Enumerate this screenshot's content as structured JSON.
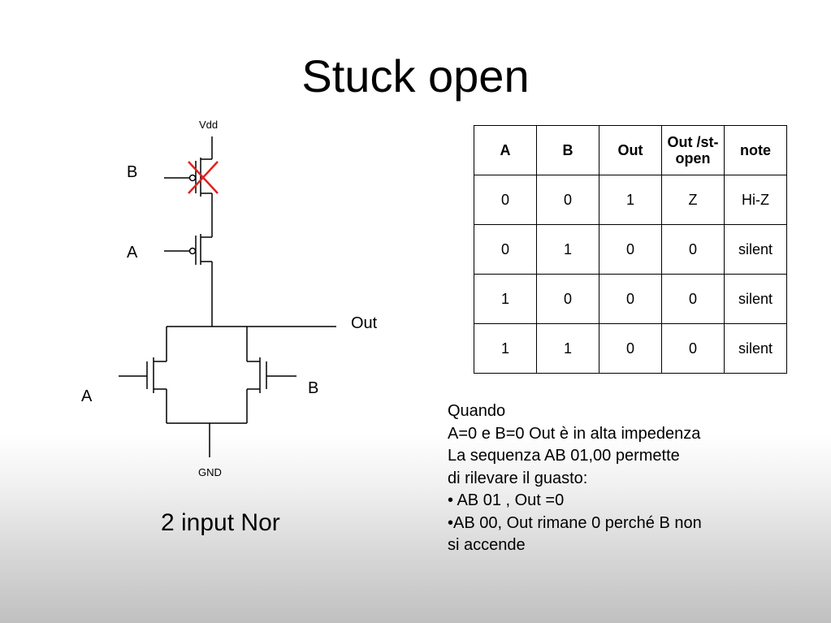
{
  "slide": {
    "title": "Stuck open",
    "caption": "2 input Nor"
  },
  "circuit": {
    "vdd_label": "Vdd",
    "gnd_label": "GND",
    "out_label": "Out",
    "pmos_top_input": "B",
    "pmos_bottom_input": "A",
    "nmos_left_input": "A",
    "nmos_right_input": "B",
    "fault_color": "#e02020"
  },
  "truth_table": {
    "headers": [
      "A",
      "B",
      "Out",
      "Out /st-open",
      "note"
    ],
    "rows": [
      [
        "0",
        "0",
        "1",
        "Z",
        "Hi-Z"
      ],
      [
        "0",
        "1",
        "0",
        "0",
        "silent"
      ],
      [
        "1",
        "0",
        "0",
        "0",
        "silent"
      ],
      [
        "1",
        "1",
        "0",
        "0",
        "silent"
      ]
    ]
  },
  "notes": {
    "lines": [
      "Quando",
      "A=0 e B=0 Out è in alta impedenza",
      "La sequenza AB 01,00 permette",
      "di rilevare il guasto:",
      "• AB 01 , Out =0",
      "•AB 00, Out rimane 0 perché B non",
      "si accende"
    ]
  }
}
